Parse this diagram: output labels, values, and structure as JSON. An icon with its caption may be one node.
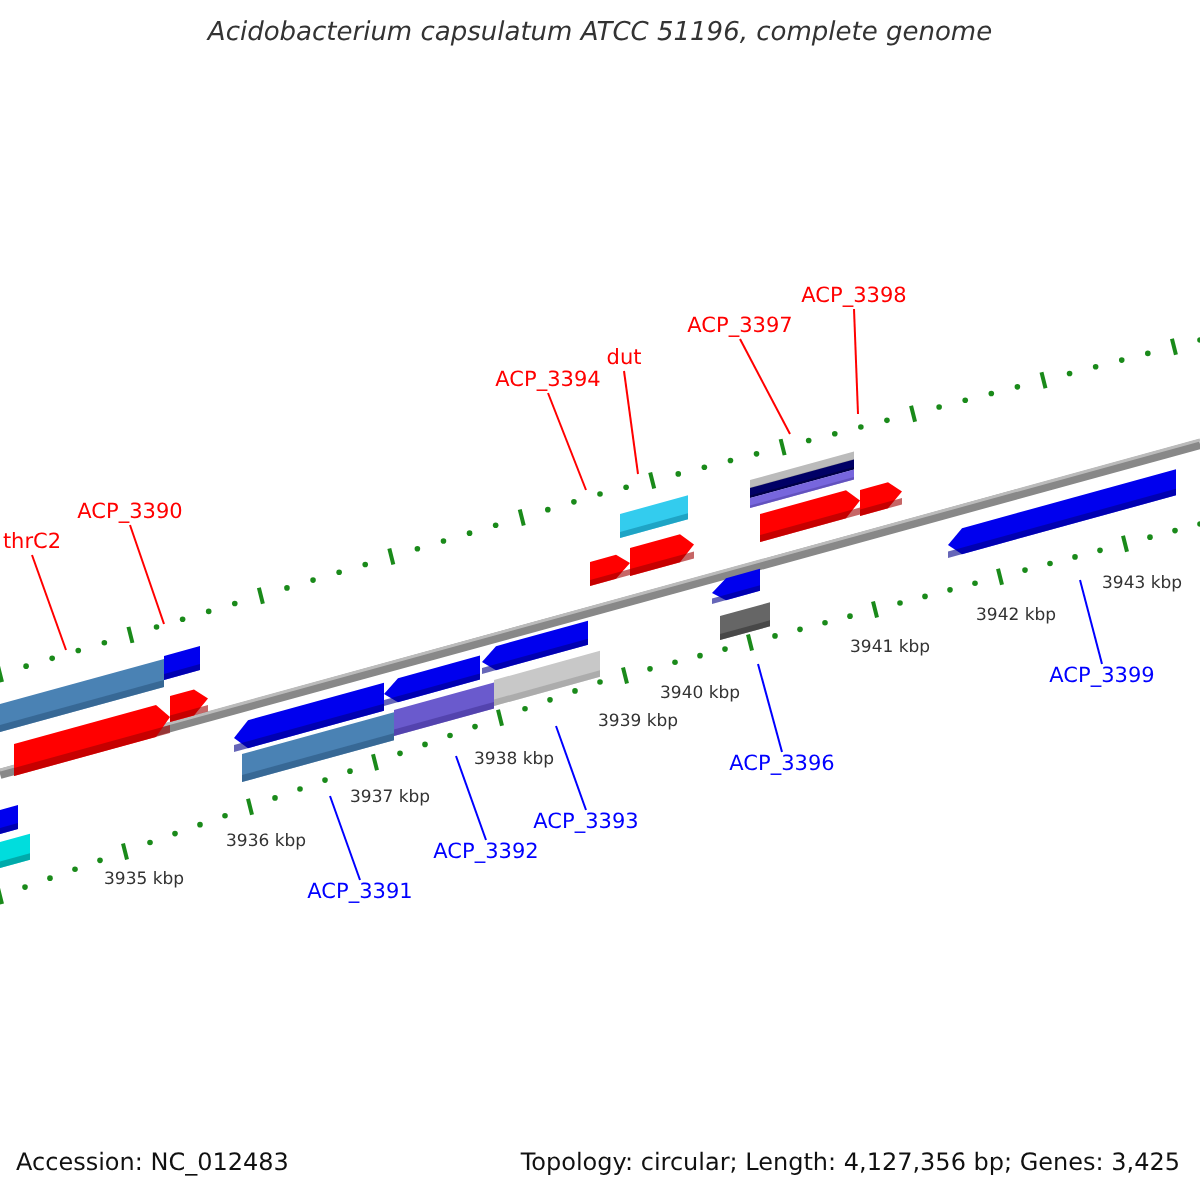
{
  "diagram": {
    "title": "Acidobacterium capsulatum ATCC 51196, complete genome",
    "nodes": [
      {
        "text": [
          "thrC2"
        ]
      },
      {
        "text": [
          "ACP_3390"
        ]
      },
      {
        "text": [
          "ACP_3394"
        ]
      },
      {
        "text": [
          "dut"
        ]
      },
      {
        "text": [
          "ACP_3397"
        ]
      },
      {
        "text": [
          "ACP_3398"
        ]
      },
      {
        "text": [
          "ACP_3391"
        ]
      },
      {
        "text": [
          "ACP_3392"
        ]
      },
      {
        "text": [
          "ACP_3393"
        ]
      },
      {
        "text": [
          "ACP_3396"
        ]
      },
      {
        "text": [
          "ACP_3399"
        ]
      }
    ],
    "edges": [
      {
        "from": 0,
        "to": null,
        "arrow": "none",
        "color": "#ff0000"
      },
      {
        "from": 1,
        "to": null,
        "arrow": "none",
        "color": "#ff0000"
      },
      {
        "from": 2,
        "to": null,
        "arrow": "none",
        "color": "#ff0000"
      },
      {
        "from": 3,
        "to": null,
        "arrow": "none",
        "color": "#ff0000"
      },
      {
        "from": 4,
        "to": null,
        "arrow": "none",
        "color": "#ff0000"
      },
      {
        "from": 5,
        "to": null,
        "arrow": "none",
        "color": "#ff0000"
      },
      {
        "from": 6,
        "to": null,
        "arrow": "none",
        "color": "#0000ff"
      },
      {
        "from": 7,
        "to": null,
        "arrow": "none",
        "color": "#0000ff"
      },
      {
        "from": 8,
        "to": null,
        "arrow": "none",
        "color": "#0000ff"
      },
      {
        "from": 9,
        "to": null,
        "arrow": "none",
        "color": "#0000ff"
      },
      {
        "from": 10,
        "to": null,
        "arrow": "none",
        "color": "#0000ff"
      }
    ],
    "labels": [
      "3935 kbp",
      "3936 kbp",
      "3937 kbp",
      "3938 kbp",
      "3939 kbp",
      "3940 kbp",
      "3941 kbp",
      "3942 kbp",
      "3943 kbp",
      "Accession: NC_012483",
      "Topology: circular; Length: 4,127,356 bp; Genes: 3,425"
    ]
  }
}
